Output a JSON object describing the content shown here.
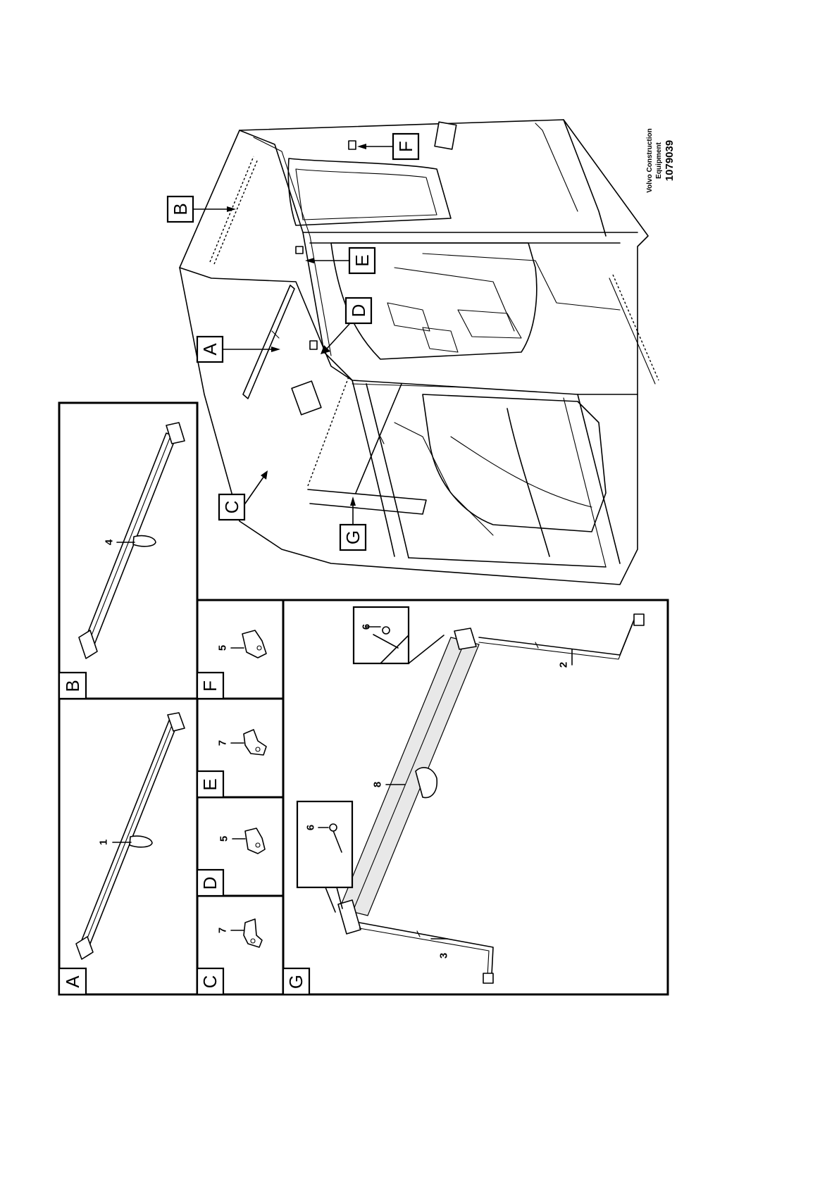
{
  "document": {
    "credit": {
      "company_line1": "Volvo Construction",
      "company_line2": "Equipment",
      "drawing_number": "1079039"
    },
    "overview_callouts": [
      {
        "id": "A",
        "letter": "A"
      },
      {
        "id": "B",
        "letter": "B"
      },
      {
        "id": "C",
        "letter": "C"
      },
      {
        "id": "D",
        "letter": "D"
      },
      {
        "id": "E",
        "letter": "E"
      },
      {
        "id": "F",
        "letter": "F"
      },
      {
        "id": "G",
        "letter": "G"
      }
    ],
    "detail_panels": [
      {
        "id": "A",
        "letter": "A",
        "parts": [
          "1"
        ]
      },
      {
        "id": "B",
        "letter": "B",
        "parts": [
          "4"
        ]
      },
      {
        "id": "C",
        "letter": "C",
        "parts": [
          "7"
        ]
      },
      {
        "id": "D",
        "letter": "D",
        "parts": [
          "5"
        ]
      },
      {
        "id": "E",
        "letter": "E",
        "parts": [
          "7"
        ]
      },
      {
        "id": "F",
        "letter": "F",
        "parts": [
          "5"
        ]
      },
      {
        "id": "G",
        "letter": "G",
        "parts": [
          "2",
          "3",
          "6",
          "6",
          "8"
        ]
      }
    ]
  }
}
